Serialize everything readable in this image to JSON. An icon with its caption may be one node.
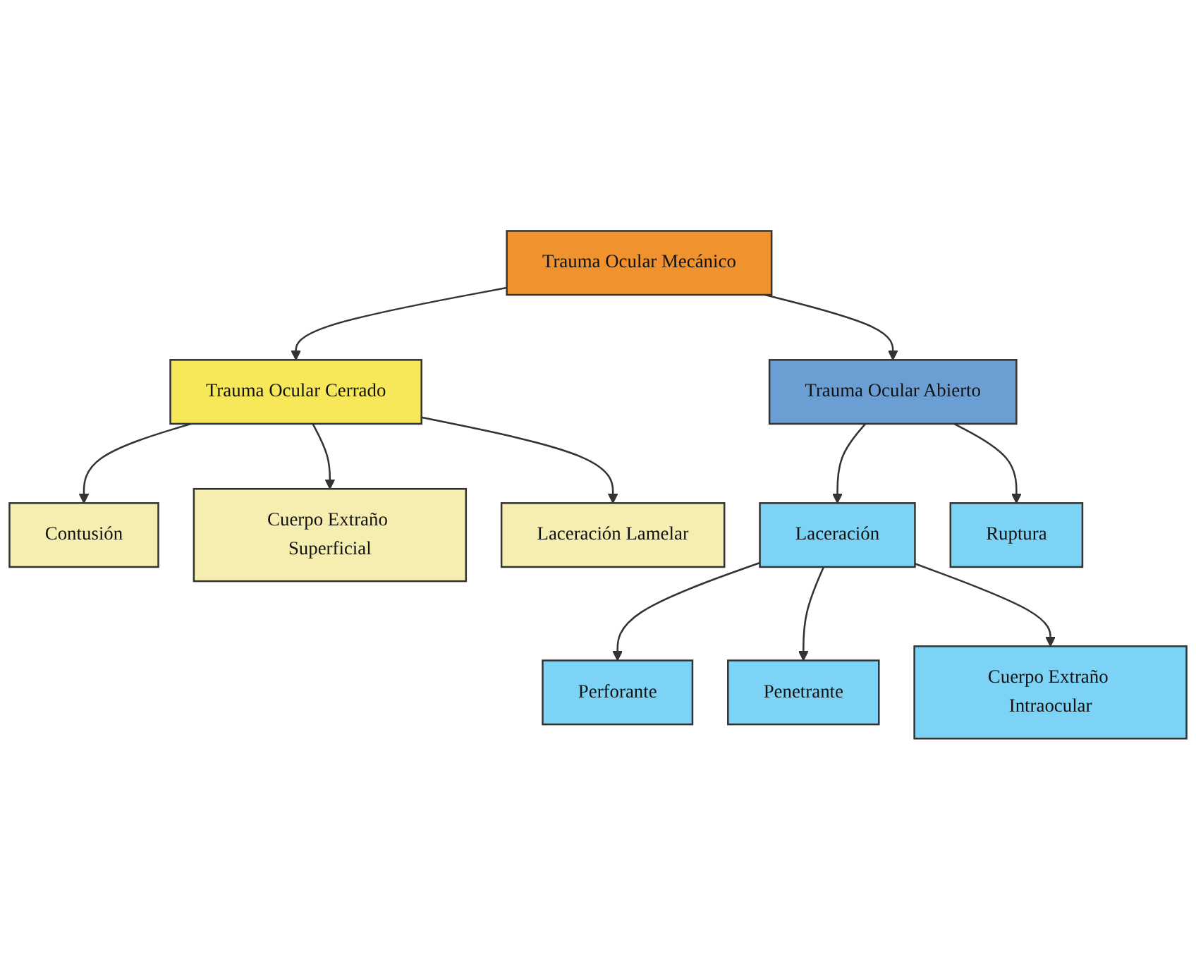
{
  "diagram": {
    "nodes": [
      {
        "text": [
          "Trauma Ocular Mecánico"
        ]
      },
      {
        "text": [
          "Trauma Ocular Cerrado"
        ]
      },
      {
        "text": [
          "Trauma Ocular Abierto"
        ]
      },
      {
        "text": [
          "Contusión"
        ]
      },
      {
        "text": [
          "Cuerpo Extraño Superficial"
        ]
      },
      {
        "text": [
          "Laceración Lamelar"
        ]
      },
      {
        "text": [
          "Laceración"
        ]
      },
      {
        "text": [
          "Ruptura"
        ]
      },
      {
        "text": [
          "Perforante"
        ]
      },
      {
        "text": [
          "Penetrante"
        ]
      },
      {
        "text": [
          "Cuerpo Extraño Intraocular"
        ]
      }
    ],
    "edges": [
      {
        "from": 0,
        "to": 1,
        "arrow": "to"
      },
      {
        "from": 0,
        "to": 2,
        "arrow": "to"
      },
      {
        "from": 1,
        "to": 3,
        "arrow": "to"
      },
      {
        "from": 1,
        "to": 4,
        "arrow": "to"
      },
      {
        "from": 1,
        "to": 5,
        "arrow": "to"
      },
      {
        "from": 2,
        "to": 6,
        "arrow": "to"
      },
      {
        "from": 2,
        "to": 7,
        "arrow": "to"
      },
      {
        "from": 6,
        "to": 8,
        "arrow": "to"
      },
      {
        "from": 6,
        "to": 9,
        "arrow": "to"
      },
      {
        "from": 6,
        "to": 10,
        "arrow": "to"
      }
    ]
  }
}
